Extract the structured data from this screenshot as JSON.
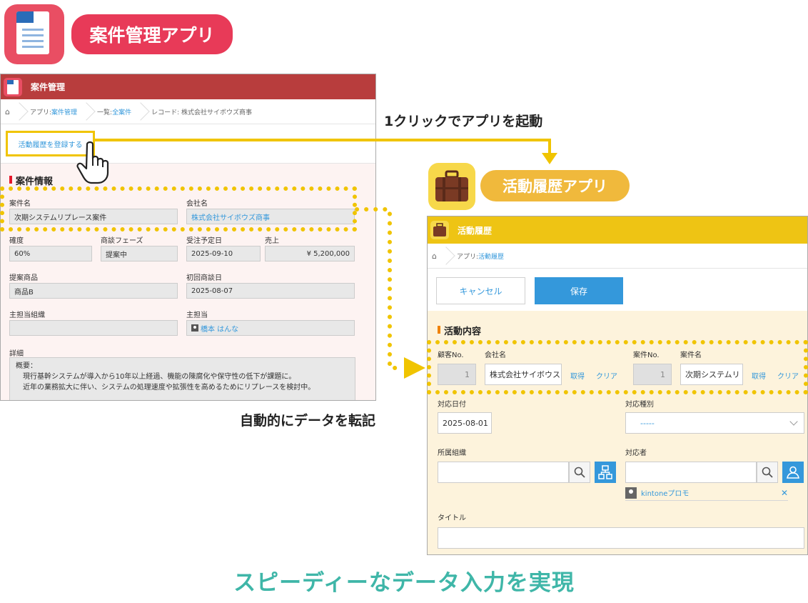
{
  "colors": {
    "accent_red": "#e83a58",
    "accent_yellow": "#f0b93c",
    "link_blue": "#3498db",
    "highlight": "#f0c400",
    "caption_teal": "#3fb6a8"
  },
  "top_app": {
    "label": "案件管理アプリ",
    "icon": "document-icon"
  },
  "left_window": {
    "title": "案件管理",
    "breadcrumb": {
      "app_prefix": "アプリ:",
      "app_link": "案件管理",
      "list_prefix": "一覧:",
      "list_link": "全案件",
      "record": "レコード: 株式会社サイボウズ商事"
    },
    "register_button": "活動履歴を登録する",
    "section_title": "案件情報",
    "fields": {
      "case_name_label": "案件名",
      "case_name": "次期システムリプレース案件",
      "company_label": "会社名",
      "company": "株式会社サイボウズ商事",
      "certainty_label": "確度",
      "certainty": "60%",
      "phase_label": "商談フェーズ",
      "phase": "提案中",
      "order_date_label": "受注予定日",
      "order_date": "2025-09-10",
      "sales_label": "売上",
      "sales": "¥ 5,200,000",
      "product_label": "提案商品",
      "product": "商品B",
      "first_meeting_label": "初回商談日",
      "first_meeting": "2025-08-07",
      "org_label": "主担当組織",
      "org": "",
      "owner_label": "主担当",
      "owner": "橋本 はんな",
      "detail_label": "詳細",
      "detail_lines": [
        "概要：",
        "現行基幹システムが導入から10年以上経過、機能の陳腐化や保守性の低下が課題に。",
        "近年の業務拡大に伴い、システムの処理速度や拡張性を高めるためにリプレースを検討中。"
      ]
    }
  },
  "captions": {
    "one_click": "1クリックでアプリを起動",
    "auto_copy": "自動的にデータを転記",
    "bottom": "スピーディーなデータ入力を実現"
  },
  "right_app": {
    "label": "活動履歴アプリ",
    "icon": "briefcase-icon"
  },
  "right_window": {
    "title": "活動履歴",
    "breadcrumb": {
      "app_prefix": "アプリ:",
      "app_link": "活動履歴"
    },
    "cancel_label": "キャンセル",
    "save_label": "保存",
    "section_title": "活動内容",
    "fields": {
      "customer_no_label": "顧客No.",
      "customer_no": "1",
      "company_label": "会社名",
      "company": "株式会社サイボウス",
      "case_no_label": "案件No.",
      "case_no": "1",
      "case_name_label": "案件名",
      "case_name": "次期システムリ",
      "fetch_label": "取得",
      "clear_label": "クリア",
      "date_label": "対応日付",
      "date": "2025-08-01",
      "type_label": "対応種別",
      "type": "-----",
      "org_label": "所属組織",
      "org": "",
      "person_label": "対応者",
      "person": "",
      "person_chip": "kintoneプロモ",
      "remove": "✕",
      "title_label": "タイトル",
      "title": ""
    }
  }
}
